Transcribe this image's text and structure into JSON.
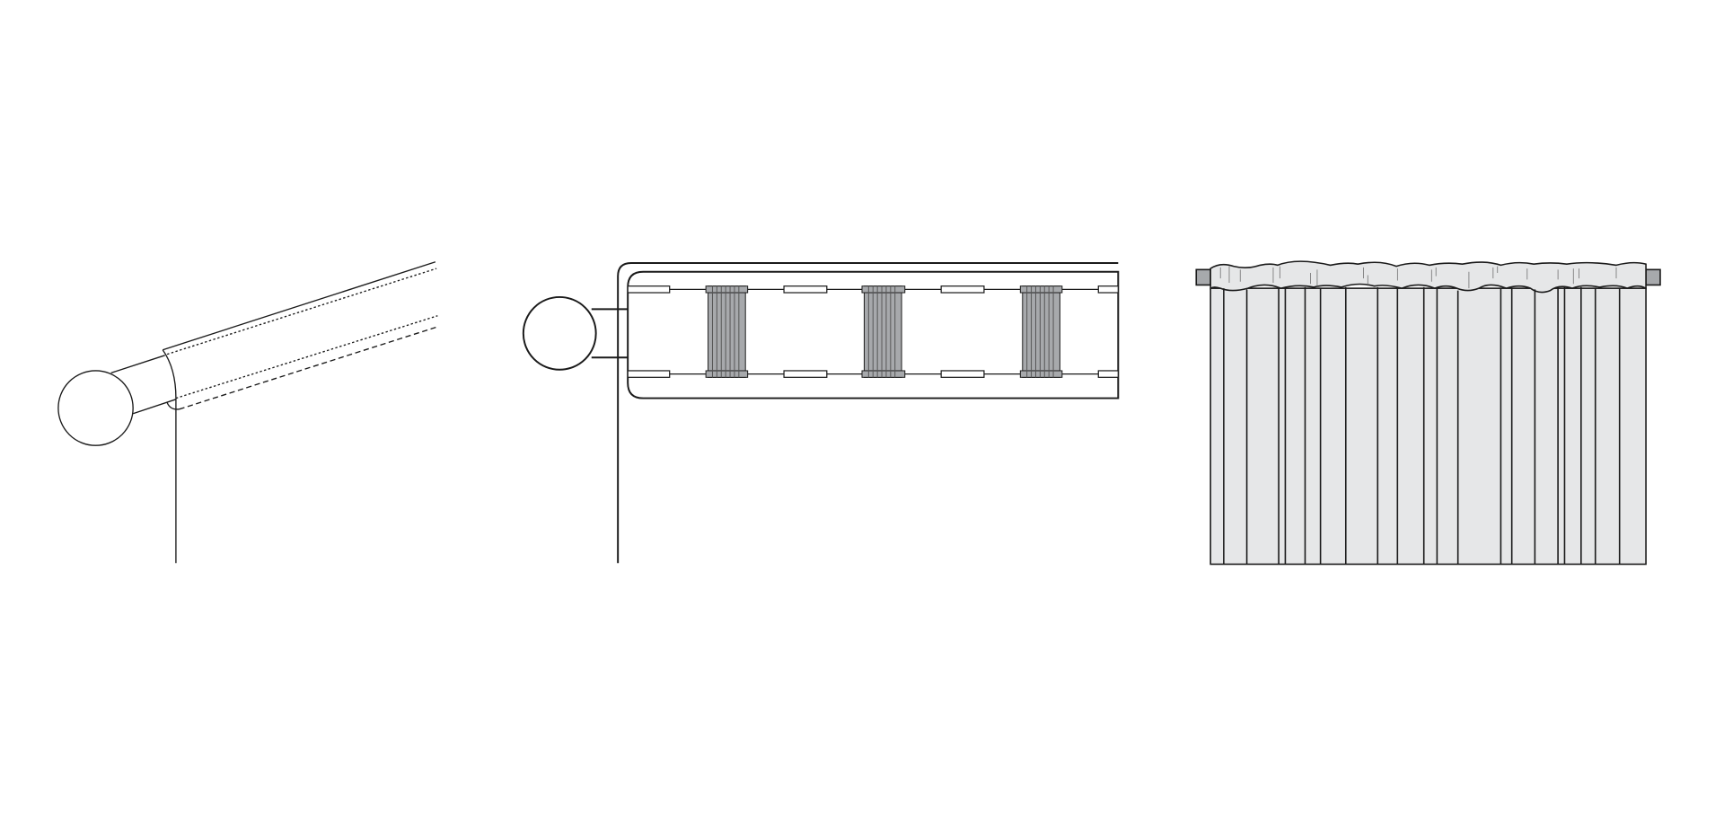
{
  "figure": {
    "panels": [
      "rod-pocket-perspective",
      "rod-pocket-cross-section",
      "curtain-front-view"
    ],
    "colors": {
      "line": "#1a1a1a",
      "fabric": "#e6e7e8",
      "gather": "#a7a9ac",
      "finial": "#a7a9ac"
    }
  }
}
